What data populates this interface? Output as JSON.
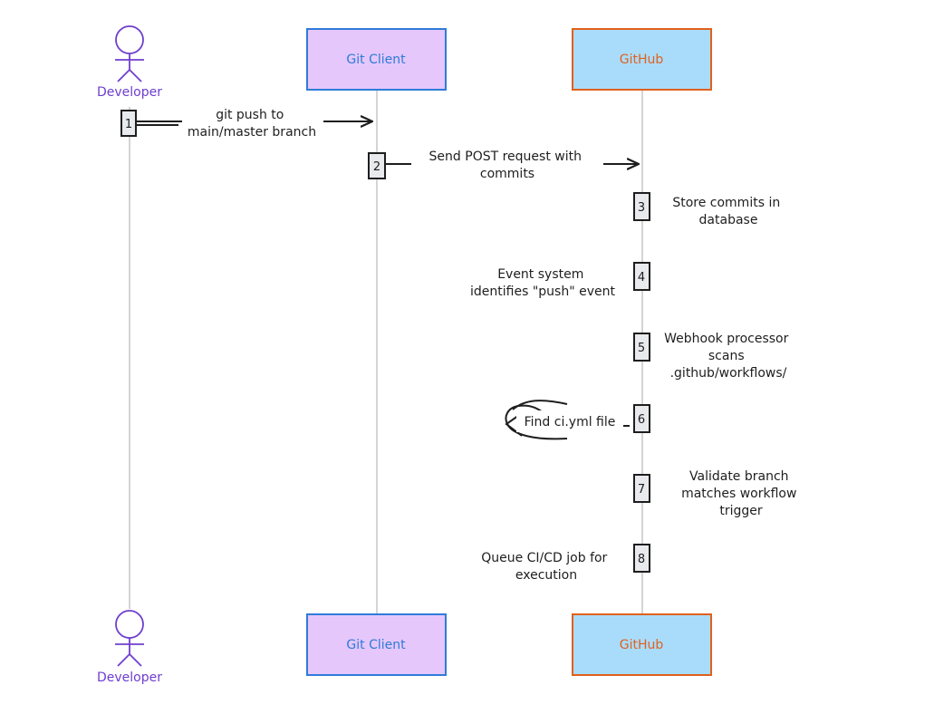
{
  "colors": {
    "developer": "#6e3ecf",
    "git_client_fill": "#e5c7fb",
    "git_client_stroke": "#2f7bd8",
    "git_client_text": "#2f7bd8",
    "github_fill": "#a9dcfb",
    "github_stroke": "#e0611d",
    "github_text": "#e0611d",
    "lifeline": "#a9a9a9",
    "ink": "#1e1e1e",
    "activation_fill": "#e8eaed"
  },
  "participants": {
    "developer": {
      "label": "Developer",
      "icon": "stick-figure-icon"
    },
    "git_client": {
      "label": "Git Client"
    },
    "github": {
      "label": "GitHub"
    }
  },
  "steps": [
    {
      "number": "1",
      "lines": [
        "git push to",
        "main/master branch"
      ]
    },
    {
      "number": "2",
      "lines": [
        "Send POST request with",
        "commits"
      ]
    },
    {
      "number": "3",
      "lines": [
        "Store commits in",
        "database"
      ]
    },
    {
      "number": "4",
      "lines": [
        "Event system",
        "identifies \"push\" event"
      ]
    },
    {
      "number": "5",
      "lines": [
        "Webhook processor",
        "scans",
        ".github/workflows/"
      ]
    },
    {
      "number": "6",
      "lines": [
        "Find ci.yml file"
      ]
    },
    {
      "number": "7",
      "lines": [
        "Validate branch",
        "matches workflow",
        "trigger"
      ]
    },
    {
      "number": "8",
      "lines": [
        "Queue CI/CD job for",
        "execution"
      ]
    }
  ]
}
